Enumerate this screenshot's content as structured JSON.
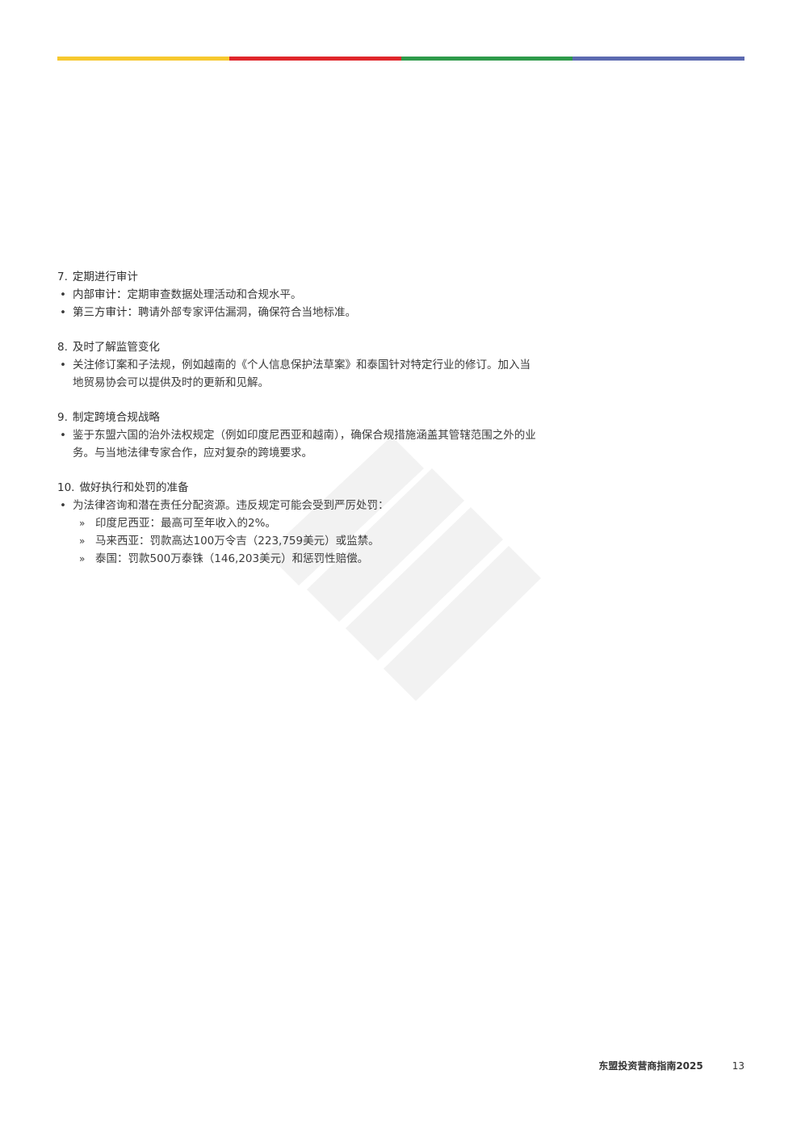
{
  "colors": {
    "bar": [
      "#f7c82e",
      "#e0262b",
      "#2e9a4a",
      "#5c6ab0"
    ],
    "watermark": "#f2f2f2"
  },
  "sections": [
    {
      "number": "7.",
      "title": "定期进行审计",
      "bullets": [
        {
          "label": "内部审计：",
          "text": "定期审查数据处理活动和合规水平。"
        },
        {
          "label": "第三方审计：",
          "text": "聘请外部专家评估漏洞，确保符合当地标准。"
        }
      ]
    },
    {
      "number": "8.",
      "title": "及时了解监管变化",
      "bullets": [
        {
          "label": "",
          "text": "关注修订案和子法规，例如越南的《个人信息保护法草案》和泰国针对特定行业的修订。加入当地贸易协会可以提供及时的更新和见解。"
        }
      ]
    },
    {
      "number": "9.",
      "title": "制定跨境合规战略",
      "bullets": [
        {
          "label": "",
          "text": "鉴于东盟六国的治外法权规定（例如印度尼西亚和越南），确保合规措施涵盖其管辖范围之外的业务。与当地法律专家合作，应对复杂的跨境要求。"
        }
      ]
    },
    {
      "number": "10.",
      "title": "做好执行和处罚的准备",
      "bullets": [
        {
          "label": "",
          "text": "为法律咨询和潜在责任分配资源。违反规定可能会受到严厉处罚："
        }
      ],
      "subitems": [
        "印度尼西亚：最高可至年收入的2%。",
        "马来西亚：罚款高达100万令吉（223,759美元）或监禁。",
        "泰国：罚款500万泰铢（146,203美元）和惩罚性赔偿。"
      ]
    }
  ],
  "bullet_glyph": "•",
  "sub_glyph": "»",
  "footer": {
    "title": "东盟投资营商指南2025",
    "page": "13"
  }
}
